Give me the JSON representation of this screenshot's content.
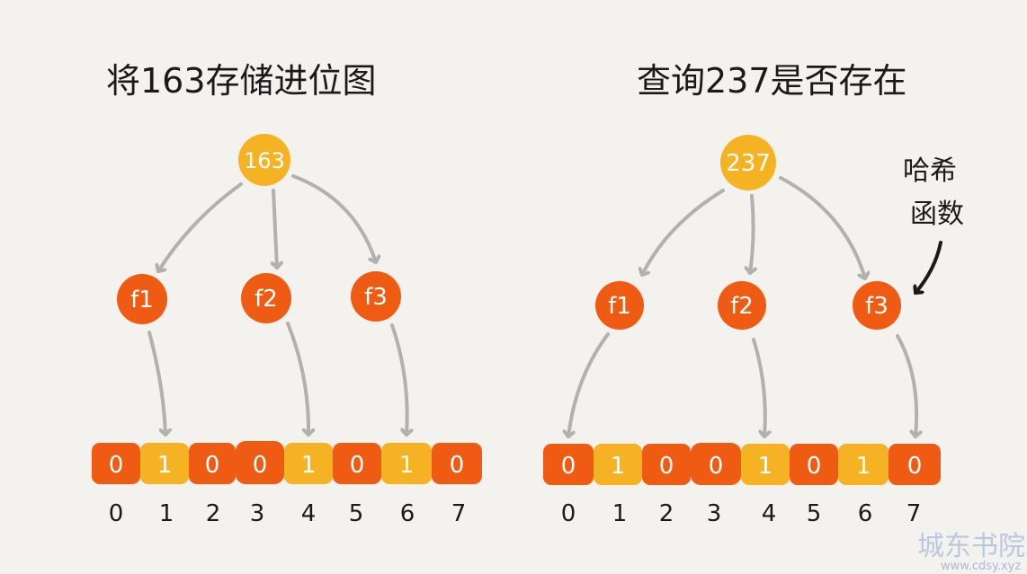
{
  "colors": {
    "background": "#f4f2ee",
    "bit_zero": "#ef5b12",
    "bit_one": "#f5b323",
    "hash_fn": "#ef5b12",
    "input_node": "#f5b323",
    "arrow": "#b1b1ad"
  },
  "left": {
    "title": "将163存储进位图",
    "input": "163",
    "functions": [
      "f1",
      "f2",
      "f3"
    ],
    "bits": [
      "0",
      "1",
      "0",
      "0",
      "1",
      "0",
      "1",
      "0"
    ],
    "indices": [
      "0",
      "1",
      "2",
      "3",
      "4",
      "5",
      "6",
      "7"
    ]
  },
  "right": {
    "title": "查询237是否存在",
    "input": "237",
    "functions": [
      "f1",
      "f2",
      "f3"
    ],
    "bits": [
      "0",
      "1",
      "0",
      "0",
      "1",
      "0",
      "1",
      "0"
    ],
    "indices": [
      "0",
      "1",
      "2",
      "3",
      "4",
      "5",
      "6",
      "7"
    ],
    "annotation_line1": "哈希",
    "annotation_line2": "函数"
  },
  "watermark": {
    "name": "城东书院",
    "url": "www.cdsy.xyz"
  }
}
